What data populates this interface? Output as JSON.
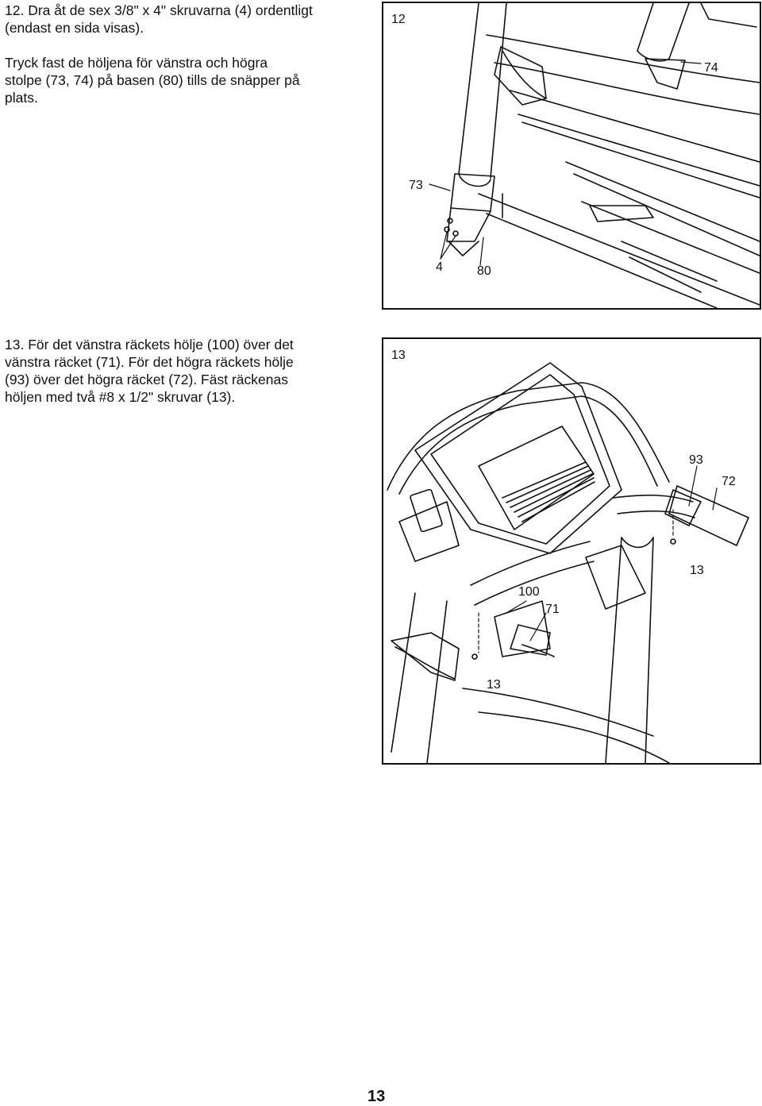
{
  "step12": {
    "line1": "12. Dra åt de sex 3/8\" x 4\" skruvarna (4) ordentligt",
    "line2": "(endast en sida visas).",
    "line3": "Tryck fast de höljena för vänstra och högra",
    "line4": "stolpe (73, 74) på basen (80) tills de snäpper på",
    "line5": "plats."
  },
  "step13": {
    "line1": "13. För det vänstra räckets hölje (100) över det",
    "line2": "vänstra räcket (71). För det högra räckets hölje",
    "line3": "(93) över det högra räcket (72). Fäst räckenas",
    "line4": "höljen med två #8 x 1/2\" skruvar (13)."
  },
  "figure12": {
    "number": "12",
    "callouts": {
      "c74": "74",
      "c73": "73",
      "c4": "4",
      "c80": "80"
    }
  },
  "figure13": {
    "number": "13",
    "callouts": {
      "c93": "93",
      "c72": "72",
      "c13a": "13",
      "c100": "100",
      "c71": "71",
      "c13b": "13"
    }
  },
  "page_number": "13"
}
